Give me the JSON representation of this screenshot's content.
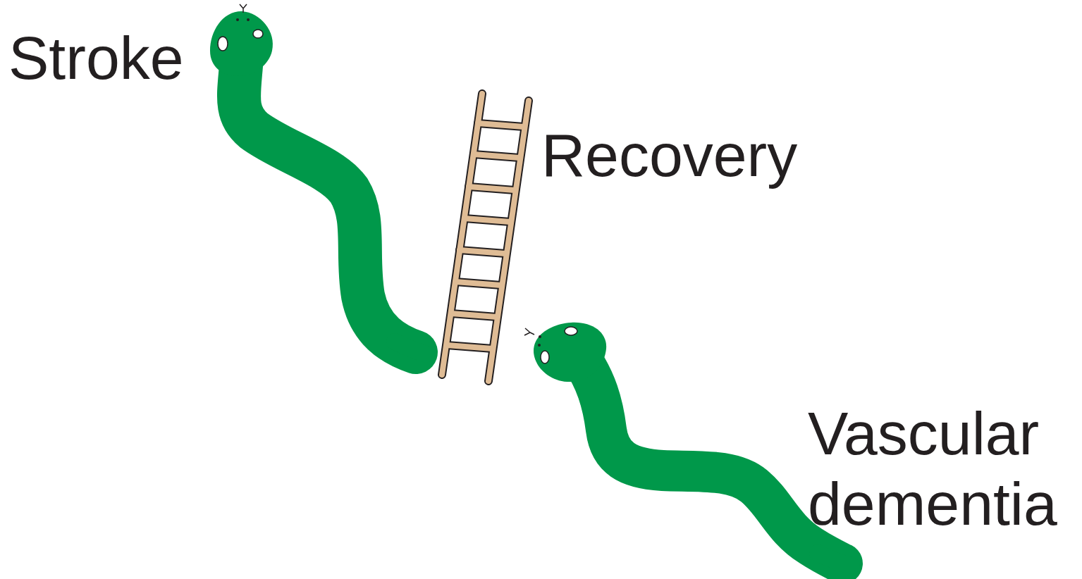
{
  "diagram": {
    "labels": [
      "Stroke",
      "Recovery",
      "Vascular dementia"
    ]
  }
}
